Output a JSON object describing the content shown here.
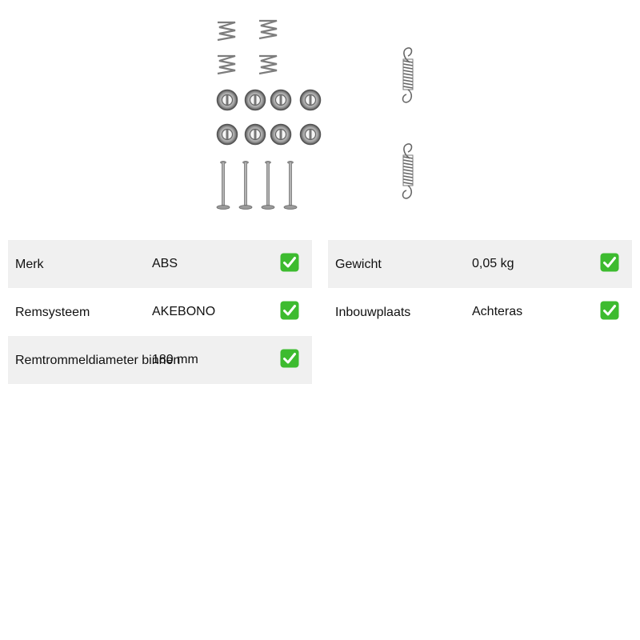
{
  "product": {
    "image_icon": "brake-shoe-accessory-kit-image"
  },
  "specs_left": [
    {
      "label": "Merk",
      "value": "ABS",
      "icon": "check-mark-icon"
    },
    {
      "label": "Remsysteem",
      "value": "AKEBONO",
      "icon": "check-mark-icon"
    },
    {
      "label": "Remtrommeldiameter binnen",
      "value": "180 mm",
      "icon": "check-mark-icon"
    }
  ],
  "specs_right": [
    {
      "label": "Gewicht",
      "value": "0,05 kg",
      "icon": "check-mark-icon"
    },
    {
      "label": "Inbouwplaats",
      "value": "Achteras",
      "icon": "check-mark-icon"
    }
  ],
  "colors": {
    "row_shade": "#f0f0f0",
    "check_green": "#3dbb2f",
    "part_gray": "#8a8a8a"
  }
}
